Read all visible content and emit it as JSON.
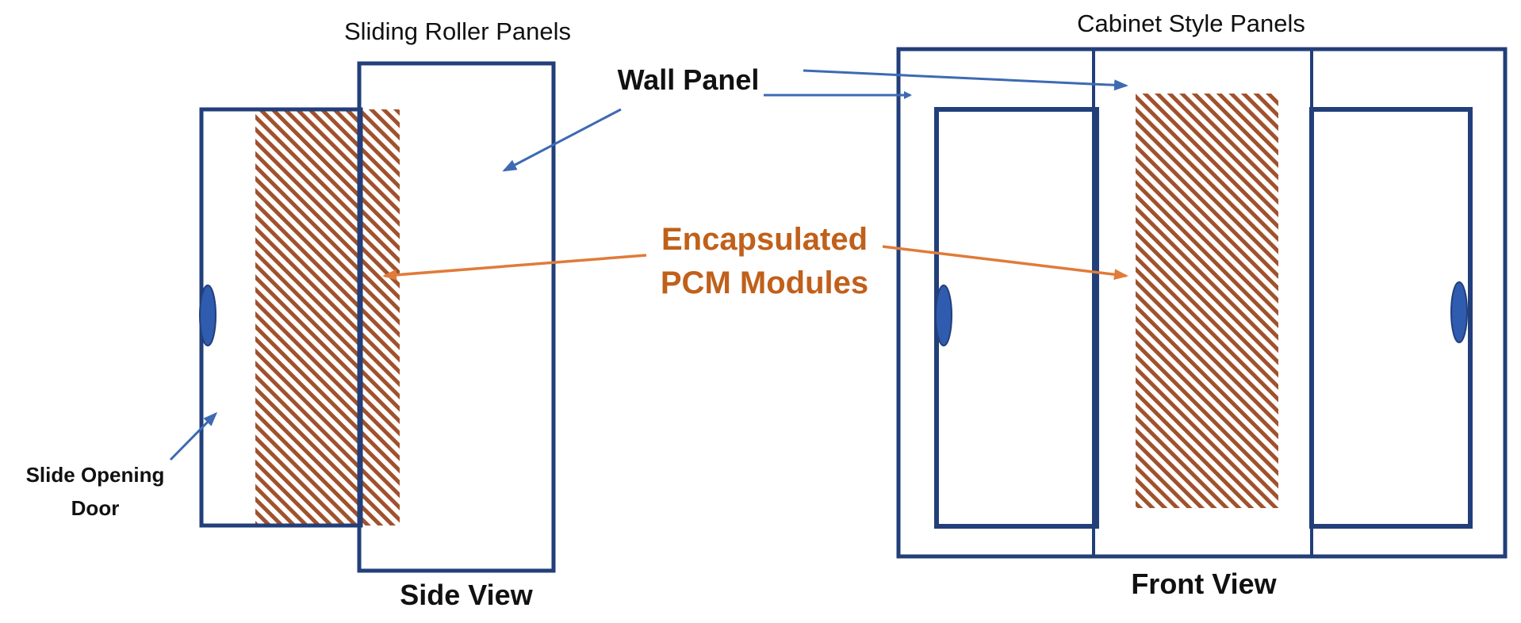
{
  "labels": {
    "sliding_roller_panels": "Sliding Roller Panels",
    "cabinet_style_panels": "Cabinet Style Panels",
    "wall_panel": "Wall Panel",
    "encapsulated_line1": "Encapsulated",
    "encapsulated_line2": "PCM Modules",
    "slide_opening_line1": "Slide Opening",
    "slide_opening_line2": "Door",
    "side_view": "Side View",
    "front_view": "Front View"
  },
  "colors": {
    "panel_outline": "#223f7a",
    "pointer_arrow": "#3d6ab3",
    "pcm_label": "#c0601a",
    "pcm_arrow": "#e07b39",
    "pcm_hatch": "#a0522d",
    "door_handle": "#2f5cae",
    "text": "#111111"
  }
}
